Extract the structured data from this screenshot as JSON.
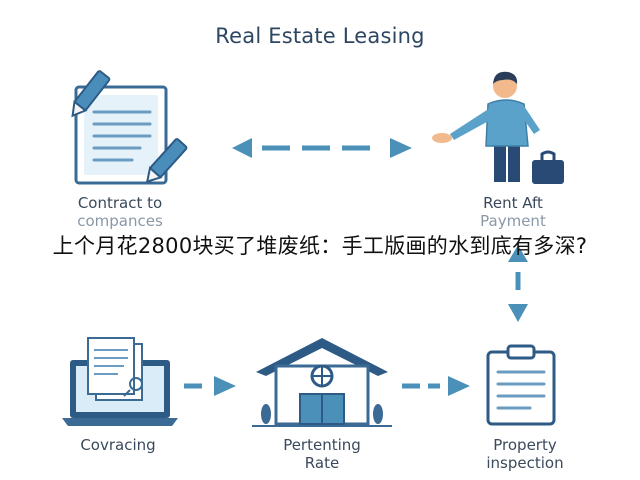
{
  "title": "Real Estate Leasing",
  "overlay_caption": "上个月花2800块买了堆废纸：手工版画的水到底有多深?",
  "nodes": {
    "contract": {
      "line1": "Contract to",
      "line2": "compances"
    },
    "rent": {
      "line1": "Rent Aft",
      "line2": "Payment"
    },
    "covracing": {
      "line1": "Covracing"
    },
    "pertenting": {
      "line1": "Pertenting",
      "line2": "Rate"
    },
    "property": {
      "line1": "Property",
      "line2": "inspection"
    }
  },
  "colors": {
    "accent": "#4a90b8",
    "dark_blue": "#2d5b86",
    "light_blue": "#d9ecf7",
    "person_shirt": "#5aa2c9",
    "person_pants": "#284a74",
    "skin": "#f2b98d",
    "hair": "#2a3e5a"
  },
  "icons": [
    "contract-document-icon",
    "person-presenting-icon",
    "briefcase-icon",
    "laptop-document-icon",
    "house-icon",
    "clipboard-icon",
    "arrow-icon"
  ]
}
